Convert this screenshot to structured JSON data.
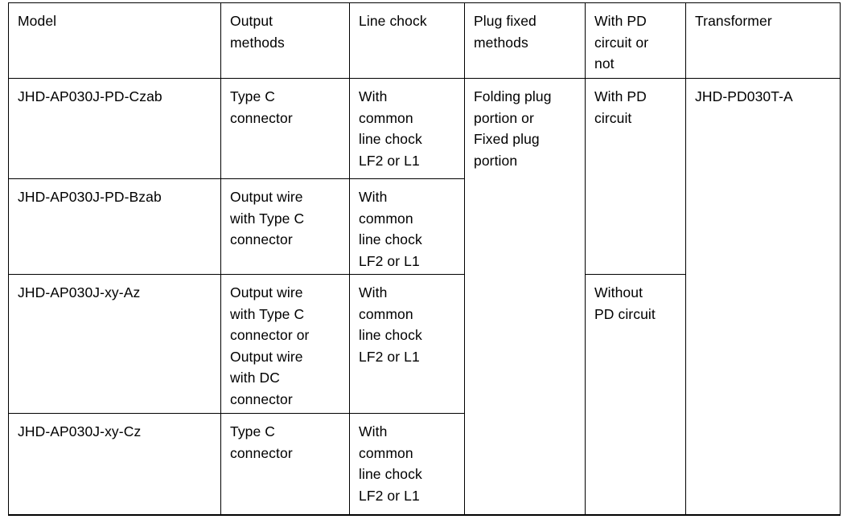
{
  "table": {
    "columns": [
      {
        "key": "model",
        "label": "Model"
      },
      {
        "key": "output",
        "label": "Output\nmethods"
      },
      {
        "key": "chock",
        "label": "Line chock"
      },
      {
        "key": "plug",
        "label": "Plug fixed\nmethods"
      },
      {
        "key": "pd",
        "label": "With PD\ncircuit or\nnot"
      },
      {
        "key": "transformer",
        "label": "Transformer"
      }
    ],
    "rows": [
      {
        "model": "JHD-AP030J-PD-Czab",
        "output": "Type C\nconnector",
        "chock": "With\ncommon\nline chock\nLF2 or L1"
      },
      {
        "model": "JHD-AP030J-PD-Bzab",
        "output": "Output wire\nwith Type C\nconnector",
        "chock": "With\ncommon\nline chock\nLF2 or L1"
      },
      {
        "model": "JHD-AP030J-xy-Az",
        "output": "Output wire\nwith Type C\nconnector or\nOutput wire\nwith DC\nconnector",
        "chock": "With\ncommon\nline chock\nLF2 or L1"
      },
      {
        "model": "JHD-AP030J-xy-Cz",
        "output": "Type C\nconnector",
        "chock": "With\ncommon\nline chock\nLF2 or L1"
      }
    ],
    "merged": {
      "plug_all_rows": "Folding plug\nportion or\nFixed plug\nportion",
      "pd_rows_1_2": "With PD\ncircuit",
      "pd_rows_3_4": "Without\nPD circuit",
      "transformer_all_rows": "JHD-PD030T-A"
    }
  },
  "colors": {
    "text": "#000000",
    "border": "#000000",
    "background": "#ffffff"
  }
}
